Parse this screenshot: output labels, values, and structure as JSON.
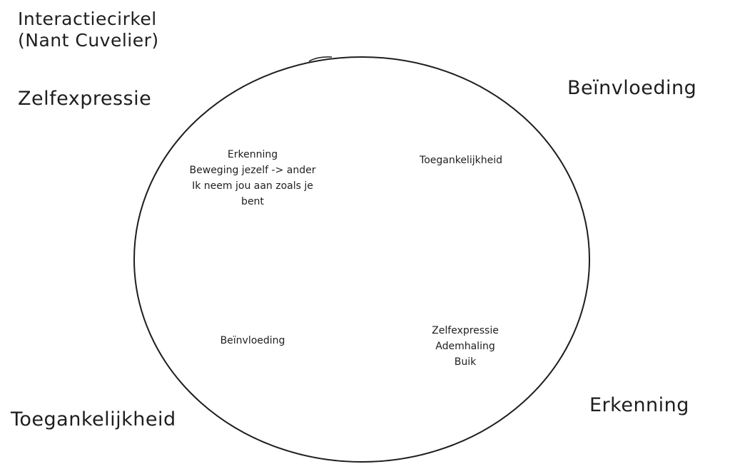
{
  "title": {
    "line1": "Interactiecirkel",
    "line2": "(Nant Cuvelier)"
  },
  "corner_labels": {
    "top_left": "Zelfexpressie",
    "top_right": "Beïnvloeding",
    "bottom_left": "Toegankelijkheid",
    "bottom_right": "Erkenning"
  },
  "quadrants": {
    "top_left": [
      "Erkenning",
      "Beweging jezelf -> ander",
      "Ik neem jou aan zoals je",
      "bent"
    ],
    "top_right": [
      "Toegankelijkheid"
    ],
    "bottom_left": [
      "Beïnvloeding"
    ],
    "bottom_right": [
      "Zelfexpressie",
      "Ademhaling",
      "Buik"
    ]
  },
  "colors": {
    "stroke": "#1e1e1e",
    "background": "#ffffff"
  }
}
